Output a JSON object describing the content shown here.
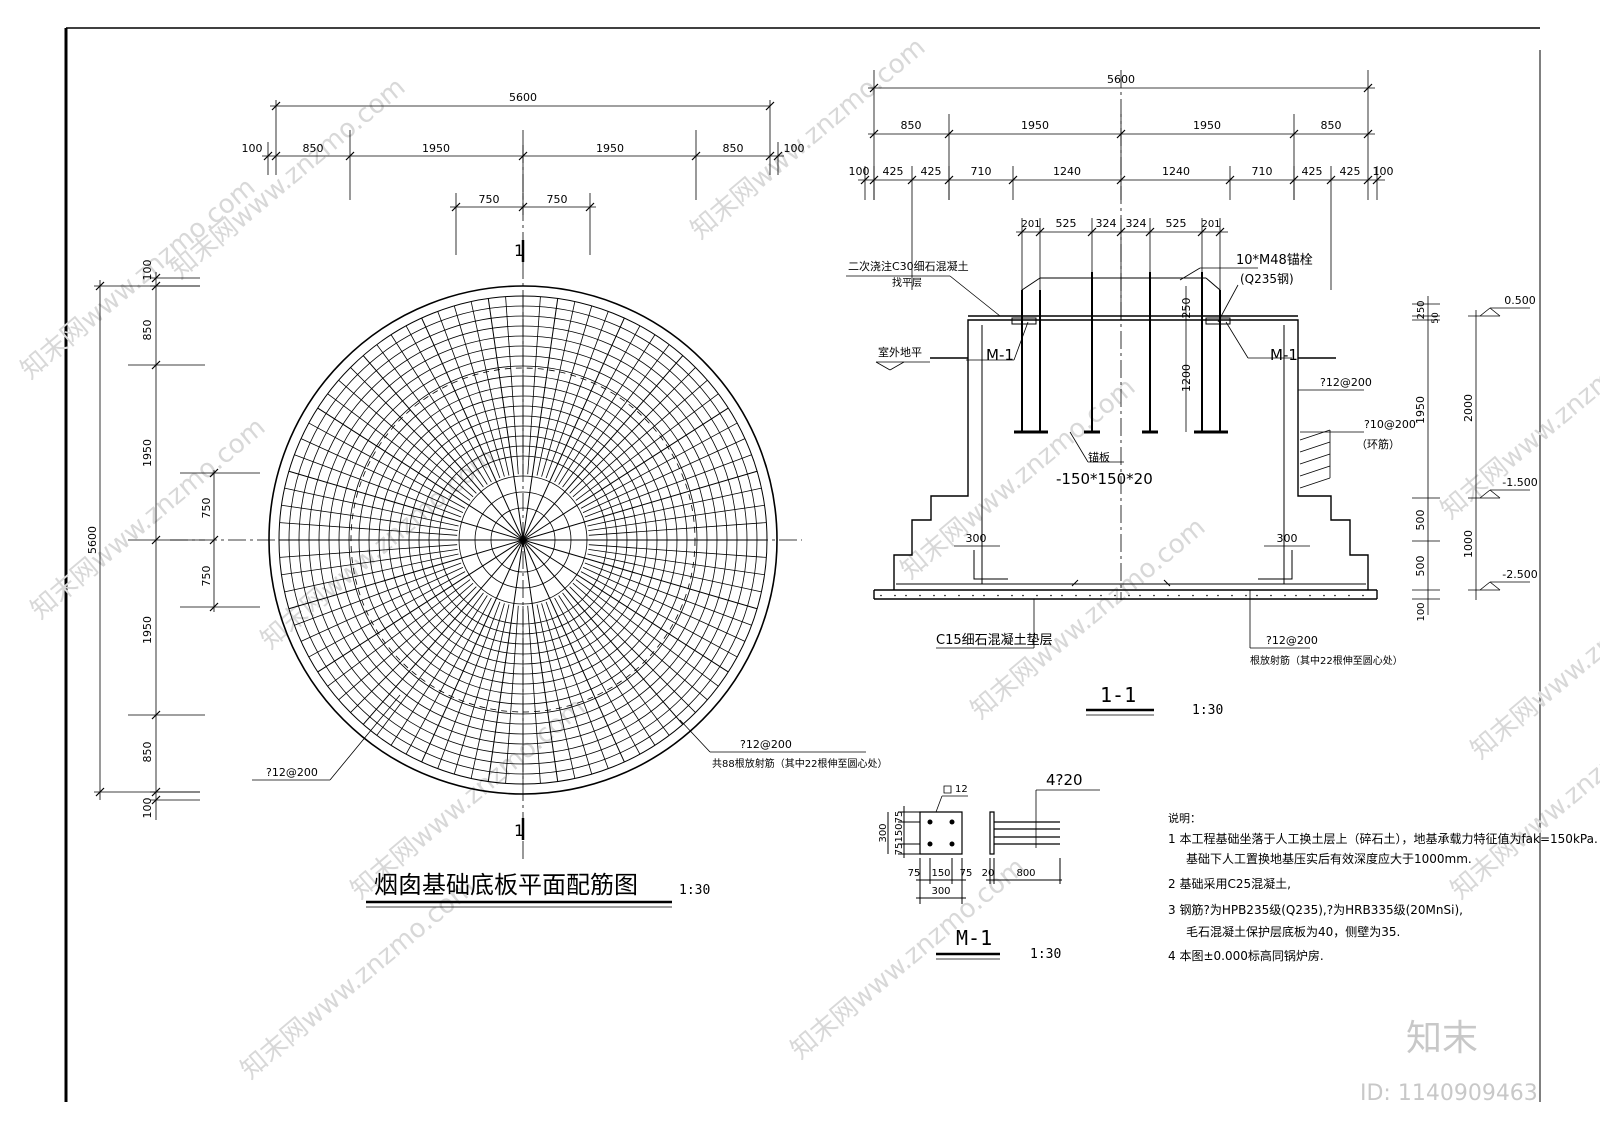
{
  "plan": {
    "title": "烟囱基础底板平面配筋图",
    "scale": "1:30",
    "section_mark": "1",
    "top_dims": {
      "overall": "5600",
      "d1": "100",
      "d2": "850",
      "d3": "1950",
      "d4": "1950",
      "d5": "850",
      "d6": "100",
      "inner_left": "750",
      "inner_right": "750"
    },
    "left_dims": {
      "overall": "5600",
      "d1": "100",
      "d2": "850",
      "d3": "1950",
      "d4": "1950",
      "d5": "850",
      "d6": "100",
      "inner_top": "750",
      "inner_bottom": "750"
    },
    "rebar_left": "?12@200",
    "rebar_right": "?12@200",
    "rebar_right_note": "共88根放射筋（其中22根伸至圆心处）"
  },
  "section": {
    "title": "1-1",
    "scale": "1:30",
    "top_dims_row1": [
      "5600"
    ],
    "top_dims_row2": [
      "850",
      "1950",
      "1950",
      "850"
    ],
    "top_dims_row3": [
      "100",
      "425",
      "425",
      "710",
      "1240",
      "1240",
      "710",
      "425",
      "425",
      "100"
    ],
    "top_dims_row4": [
      "201",
      "525",
      "324",
      "324",
      "525",
      "201"
    ],
    "label_grout": "二次浇注C30细石混凝土",
    "label_grout2": "找平层",
    "label_bolt": "10*M48锚栓",
    "label_bolt2": "(Q235钢)",
    "label_ground": "室外地平",
    "label_m1_left": "M-1",
    "label_m1_right": "M-1",
    "label_anchor_plate": "锚板",
    "label_anchor_plate_size": "-150*150*20",
    "label_wall_rebar": "?12@200",
    "label_ring_rebar": "?10@200",
    "label_ring": "（环筋）",
    "label_pad": "C15细石混凝土垫层",
    "label_base_rebar": "?12@200",
    "label_base_rebar_note": "根放射筋（其中22根伸至圆心处）",
    "dim_250": "250",
    "dim_1200": "1200",
    "dim_300_left": "300",
    "dim_300_right": "300",
    "right_dims": [
      "250",
      "50",
      "1950",
      "500",
      "500",
      "100"
    ],
    "right_dims_b": [
      "2000",
      "1000"
    ],
    "elev": [
      "0.500",
      "-1.500",
      "-2.500"
    ]
  },
  "m1": {
    "title": "M-1",
    "scale": "1:30",
    "label_plate": "12",
    "label_bars": "4?20",
    "dims_left": [
      "75",
      "150",
      "75",
      "300"
    ],
    "dims_bottom": [
      "75",
      "150",
      "75",
      "300"
    ],
    "dims_bottom_right": [
      "20",
      "800"
    ]
  },
  "notes": {
    "heading": "说明：",
    "n1a": "1  本工程基础坐落于人工换土层上（碎石土），地基承载力特征值为fak=150kPa.",
    "n1b": "基础下人工置换地基压实后有效深度应大于1000mm.",
    "n2": "2  基础采用C25混凝土,",
    "n3a": "3  钢筋?为HPB235级(Q235),?为HRB335级(20MnSi),",
    "n3b": "毛石混凝土保护层底板为40，侧壁为35.",
    "n4": "4  本图±0.000标高同锅炉房."
  },
  "watermark": {
    "text": "知末网www.znzmo.com",
    "brand": "知末",
    "id": "ID: 1140909463"
  }
}
